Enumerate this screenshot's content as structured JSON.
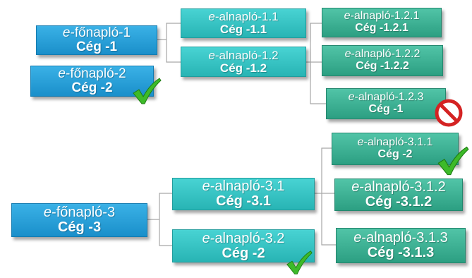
{
  "nodes": {
    "fonaplo1": {
      "e": "e",
      "name": "-főnapló-1",
      "company": "Cég -1"
    },
    "fonaplo2": {
      "e": "e",
      "name": "-főnapló-2",
      "company": "Cég -2"
    },
    "fonaplo3": {
      "e": "e",
      "name": "-főnapló-3",
      "company": "Cég -3"
    },
    "al11": {
      "e": "e",
      "name": "-alnapló-1.1",
      "company": "Cég -1.1"
    },
    "al12": {
      "e": "e",
      "name": "-alnapló-1.2",
      "company": "Cég -1.2"
    },
    "al121": {
      "e": "e",
      "name": "-alnapló-1.2.1",
      "company": "Cég -1.2.1"
    },
    "al122": {
      "e": "e",
      "name": "-alnapló-1.2.2",
      "company": "Cég -1.2.2"
    },
    "al123": {
      "e": "e",
      "name": "-alnapló-1.2.3",
      "company": "Cég -1"
    },
    "al31": {
      "e": "e",
      "name": "-alnapló-3.1",
      "company": "Cég -3.1"
    },
    "al32": {
      "e": "e",
      "name": "-alnapló-3.2",
      "company": "Cég -2"
    },
    "al311": {
      "e": "e",
      "name": "-alnapló-3.1.1",
      "company": "Cég -2"
    },
    "al312": {
      "e": "e",
      "name": "-alnapló-3.1.2",
      "company": "Cég -3.1.2"
    },
    "al313": {
      "e": "e",
      "name": "-alnapló-3.1.3",
      "company": "Cég -3.1.3"
    }
  },
  "icons": {
    "check": "green-check-icon",
    "forbidden": "red-forbidden-icon"
  },
  "colors": {
    "main": "#1a8fca",
    "sub": "#28b4b4",
    "leaf": "#2c9f82",
    "check": "#3dba29",
    "forbidden": "#d42323"
  }
}
